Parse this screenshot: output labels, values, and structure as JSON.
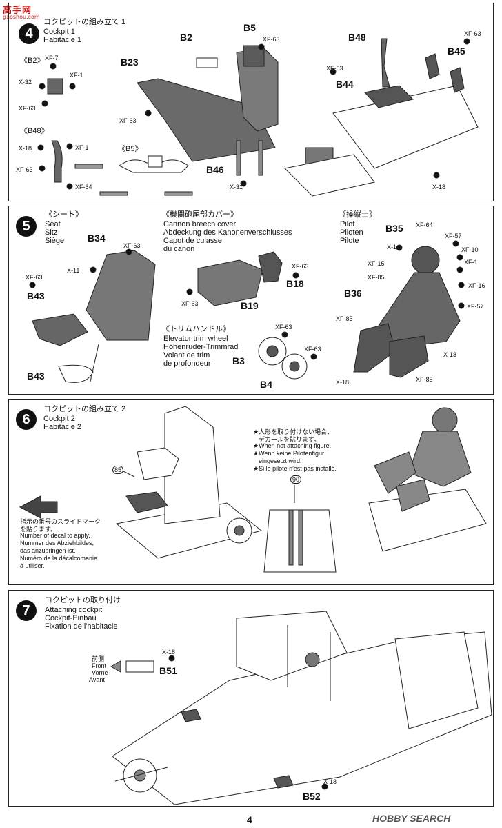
{
  "watermark": {
    "text": "高手网",
    "url": "gaoshou.com"
  },
  "steps": {
    "s4": {
      "number": "4",
      "title_jp": "コクピットの組み立て 1",
      "title_en": "Cockpit 1",
      "title_fr": "Habitacle 1",
      "sub_b2": "《B2》",
      "sub_b48": "《B48》",
      "sub_b5": "《B5》",
      "parts": {
        "b2": "B2",
        "b5": "B5",
        "b23": "B23",
        "b46": "B46",
        "b48": "B48",
        "b45": "B45",
        "b44": "B44"
      },
      "paints": {
        "xf7": "XF-7",
        "x32": "X-32",
        "xf1": "XF-1",
        "xf63a": "XF-63",
        "x18a": "X-18",
        "xf1b": "XF-1",
        "xf63b": "XF-63",
        "xf64": "XF-64",
        "xf63c": "XF-63",
        "xf63d": "XF-63",
        "x31": "X-31",
        "xf63e": "XF-63",
        "xf63f": "XF-63",
        "x18b": "X-18"
      }
    },
    "s5": {
      "number": "5",
      "seat": {
        "jp": "《シート》",
        "en": "Seat",
        "de": "Sitz",
        "fr": "Siège"
      },
      "cover": {
        "jp": "《機関砲尾部カバー》",
        "en": "Cannon breech cover",
        "de": "Abdeckung des Kanonenverschlusses",
        "fr1": "Capot de culasse",
        "fr2": "du canon"
      },
      "trim": {
        "jp": "《トリムハンドル》",
        "en": "Elevator trim wheel",
        "de": "Höhenruder-Trimmrad",
        "fr1": "Volant de trim",
        "fr2": "de profondeur"
      },
      "pilot": {
        "jp": "《操縦士》",
        "en": "Pilot",
        "de": "Piloten",
        "fr": "Pilote"
      },
      "parts": {
        "b34": "B34",
        "b43a": "B43",
        "b43b": "B43",
        "b19": "B19",
        "b18": "B18",
        "b3": "B3",
        "b4": "B4",
        "b35": "B35",
        "b36": "B36"
      },
      "paints": {
        "xf63a": "XF-63",
        "x11": "X-11",
        "xf63b": "XF-63",
        "xf63c": "XF-63",
        "xf63d": "XF-63",
        "xf63e": "XF-63",
        "xf63f": "XF-63",
        "xf64": "XF-64",
        "x1": "X-1",
        "xf57a": "XF-57",
        "xf10": "XF-10",
        "xf15": "XF-15",
        "xf1": "XF-1",
        "xf85a": "XF-85",
        "xf16": "XF-16",
        "xf57b": "XF-57",
        "xf85b": "XF-85",
        "x18a": "X-18",
        "x18b": "X-18",
        "xf85c": "XF-85"
      }
    },
    "s6": {
      "number": "6",
      "title_jp": "コクピットの組み立て 2",
      "title_en": "Cockpit 2",
      "title_fr": "Habitacle 2",
      "decal_85": "85",
      "decal_90": "90",
      "note_jp1": "★人形を取り付けない場合、",
      "note_jp2": "デカールを貼ります。",
      "note_en": "★When not attaching figure.",
      "note_de1": "★Wenn keine Pilotenfigur",
      "note_de2": "eingesetzt wird.",
      "note_fr": "★Si le pilote n'est pas installé.",
      "legend_jp1": "指示の番号のスライドマーク",
      "legend_jp2": "を貼ります。",
      "legend_en": "Number of decal to apply.",
      "legend_de1": "Nummer des Abziehbildes,",
      "legend_de2": "das anzubringen ist.",
      "legend_fr1": "Numéro de la décalcomanie",
      "legend_fr2": "à utiliser."
    },
    "s7": {
      "number": "7",
      "title_jp": "コクピットの取り付け",
      "title_en": "Attaching cockpit",
      "title_de": "Cockpit-Einbau",
      "title_fr": "Fixation de l'habitacle",
      "front_jp": "前側",
      "front_en": "Front",
      "front_de": "Vorne",
      "front_fr": "Avant",
      "parts": {
        "b51": "B51",
        "b52": "B52"
      },
      "paints": {
        "x18a": "X-18",
        "x18b": "X-18"
      }
    }
  },
  "page_number": "4",
  "footer_logo": "HOBBY SEARCH"
}
